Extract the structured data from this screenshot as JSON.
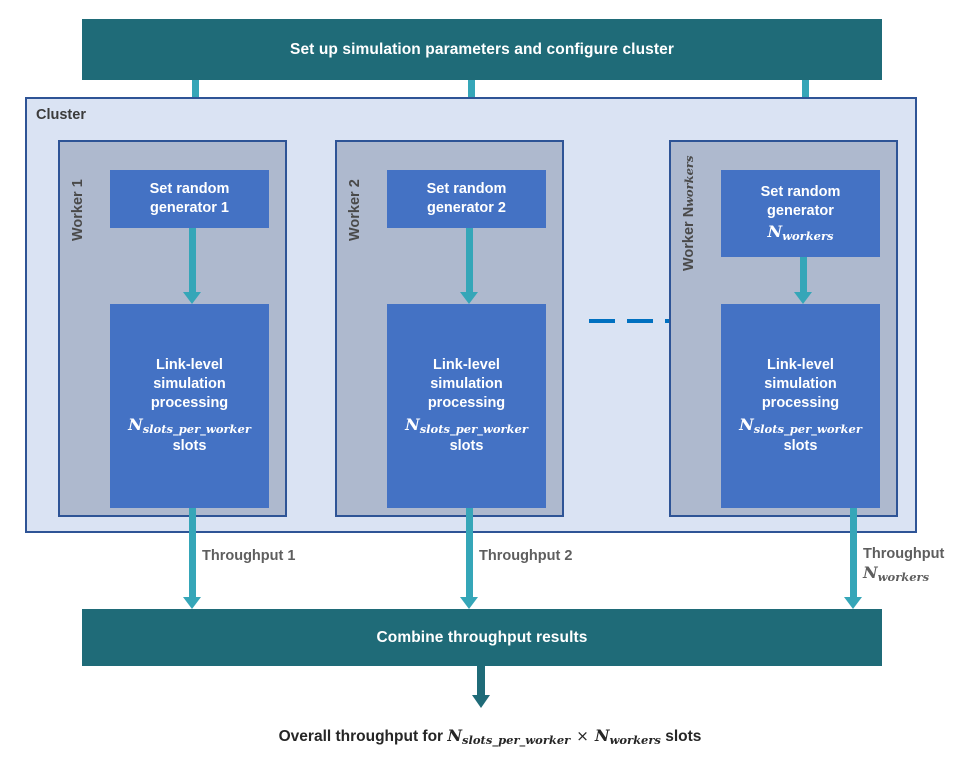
{
  "diagram": {
    "title_band": "Set up simulation parameters and configure cluster",
    "cluster_label": "Cluster",
    "workers": [
      {
        "label": "Worker 1",
        "rng_line1": "Set random",
        "rng_line2": "generator 1",
        "rng_sub": "",
        "sim_line1": "Link-level",
        "sim_line2": "simulation",
        "sim_line3": "processing",
        "sim_symbol": "N",
        "sim_subscript": "slots_per_worker",
        "sim_line4": "slots",
        "throughput_line1": "Throughput 1",
        "throughput_line2": "",
        "throughput_symbol": "",
        "throughput_subscript": ""
      },
      {
        "label": "Worker 2",
        "rng_line1": "Set random",
        "rng_line2": "generator 2",
        "rng_sub": "",
        "sim_line1": "Link-level",
        "sim_line2": "simulation",
        "sim_line3": "processing",
        "sim_symbol": "N",
        "sim_subscript": "slots_per_worker",
        "sim_line4": "slots",
        "throughput_line1": "Throughput 2",
        "throughput_line2": "",
        "throughput_symbol": "",
        "throughput_subscript": ""
      },
      {
        "label": "Worker N",
        "label_subscript": "workers",
        "rng_line1": "Set random",
        "rng_line2": "generator",
        "rng_symbol": "N",
        "rng_sub": "workers",
        "sim_line1": "Link-level",
        "sim_line2": "simulation",
        "sim_line3": "processing",
        "sim_symbol": "N",
        "sim_subscript": "slots_per_worker",
        "sim_line4": "slots",
        "throughput_line1": "Throughput",
        "throughput_symbol": "N",
        "throughput_subscript": "workers"
      }
    ],
    "ellipsis_dashes": 3,
    "combine_band": "Combine throughput results",
    "caption": {
      "prefix": "Overall throughput for ",
      "sym1": "N",
      "sub1": "slots_per_worker",
      "operator": "×",
      "sym2": "N",
      "sub2": "workers",
      "suffix": " slots"
    }
  },
  "colors": {
    "band_teal": "#1F6B78",
    "arrow_teal": "#35A6B8",
    "process_blue": "#4472C4",
    "cluster_bg": "#DAE3F3",
    "worker_bg": "#AEB9CE",
    "border_blue": "#2E5496",
    "dash_blue": "#0070C0",
    "label_gray": "#5E5E5E"
  }
}
